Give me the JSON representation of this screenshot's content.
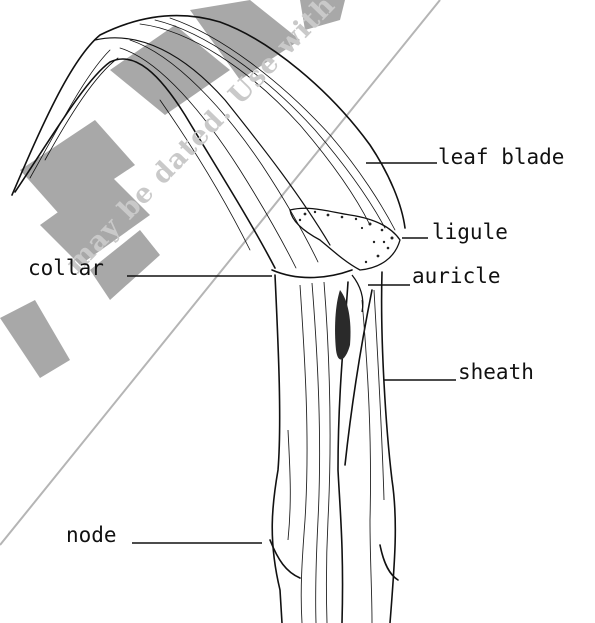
{
  "watermark": {
    "text": "may be dated. Use with caution"
  },
  "labels": {
    "leaf_blade": "leaf blade",
    "ligule": "ligule",
    "collar": "collar",
    "auricle": "auricle",
    "sheath": "sheath",
    "node": "node"
  },
  "colors": {
    "ink": "#111111",
    "watermark_gray": "#c9c9c9",
    "watermark_dark": "#9a9a9a",
    "background": "#ffffff"
  }
}
